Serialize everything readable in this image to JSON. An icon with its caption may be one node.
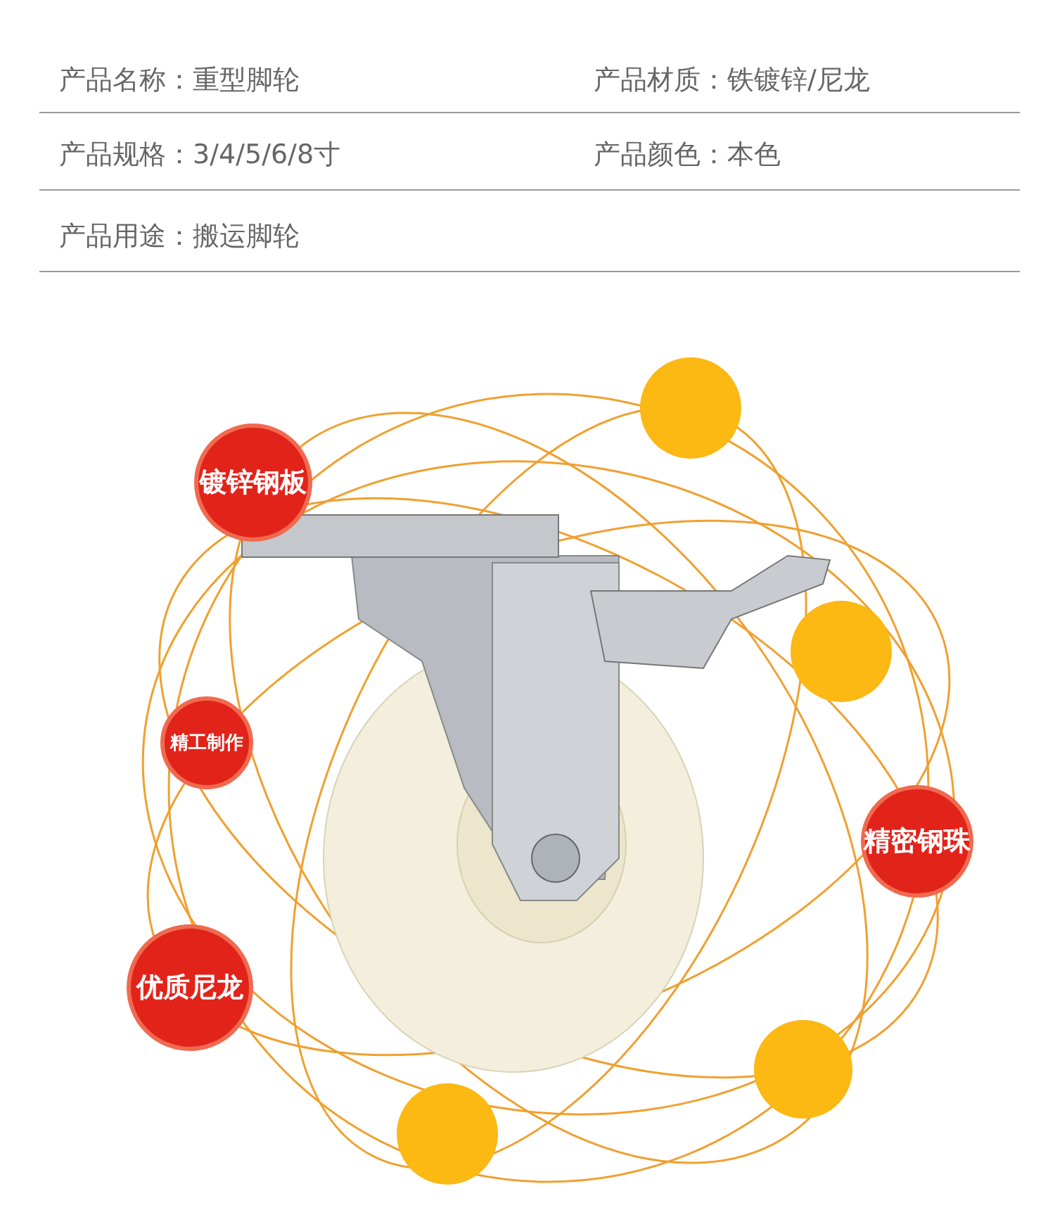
{
  "diagram": {
    "nodes": [
      {
        "text": [],
        "shape": "circle"
      },
      {
        "text": [
          "镀锌钢板"
        ]
      },
      {
        "text": [],
        "shape": "circle"
      },
      {
        "text": [
          "精工制作"
        ]
      },
      {
        "text": [
          "精密钢珠"
        ]
      },
      {
        "text": [
          "优质尼龙"
        ]
      },
      {
        "text": [],
        "shape": "circle"
      },
      {
        "text": [],
        "shape": "circle"
      }
    ],
    "labels": [
      "产品名称：重型脚轮",
      "产品材质：铁镀锌/尼龙",
      "产品规格：3/4/5/6/8寸",
      "产品颜色：本色",
      "产品用途：搬运脚轮"
    ]
  }
}
